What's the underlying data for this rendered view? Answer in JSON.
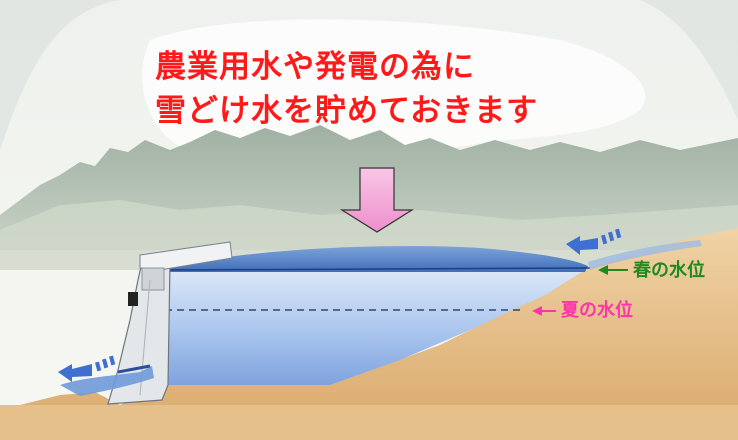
{
  "caption": {
    "line1": "農業用水や発電の為に",
    "line2": "雪どけ水を貯めておきます"
  },
  "levels": {
    "spring": {
      "label": "春の水位",
      "color": "#1e8a1e"
    },
    "summer": {
      "label": "夏の水位",
      "color": "#ff33aa"
    }
  },
  "colors": {
    "caption": "#ff1a1a",
    "arrow_fill": "#f4a6d8",
    "water_top": "#4f7fc4",
    "water_deep": "#8fb2e8",
    "soil": "#e7c48f",
    "mountains": "#a9b8ad",
    "dam": "#e3e6e8",
    "flow_arrows": "#3f6fd0"
  }
}
